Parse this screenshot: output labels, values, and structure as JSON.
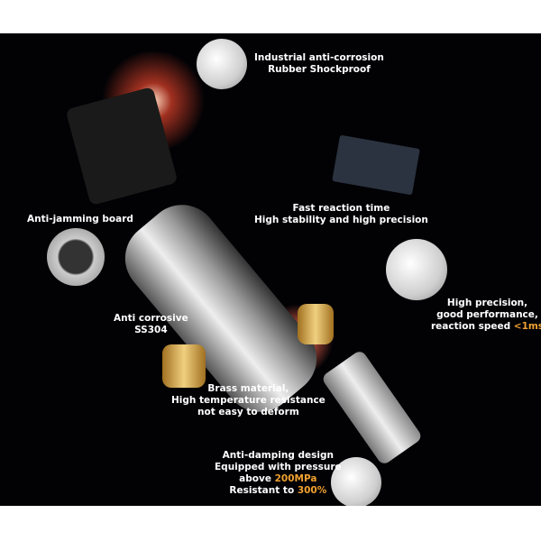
{
  "labels": {
    "top": [
      "Industrial anti-corrosion",
      "Rubber Shockproof"
    ],
    "board": "Anti-jamming board",
    "fast": [
      "Fast reaction time",
      "High stability and high precision"
    ],
    "precision": [
      "High precision,",
      "good performance,",
      "reaction speed "
    ],
    "precision_hl": "<1ms",
    "ss": [
      "Anti corrosive",
      "SS304"
    ],
    "brass": [
      "Brass material,",
      "High temperature resistance",
      "not easy to deform"
    ],
    "damp": [
      "Anti-damping design",
      "Equipped with pressure",
      "above ",
      "Resistant to "
    ],
    "damp_hl": [
      "200MPa",
      "300%"
    ]
  },
  "colors": {
    "background": "#020205",
    "highlight": "#f0a030"
  }
}
